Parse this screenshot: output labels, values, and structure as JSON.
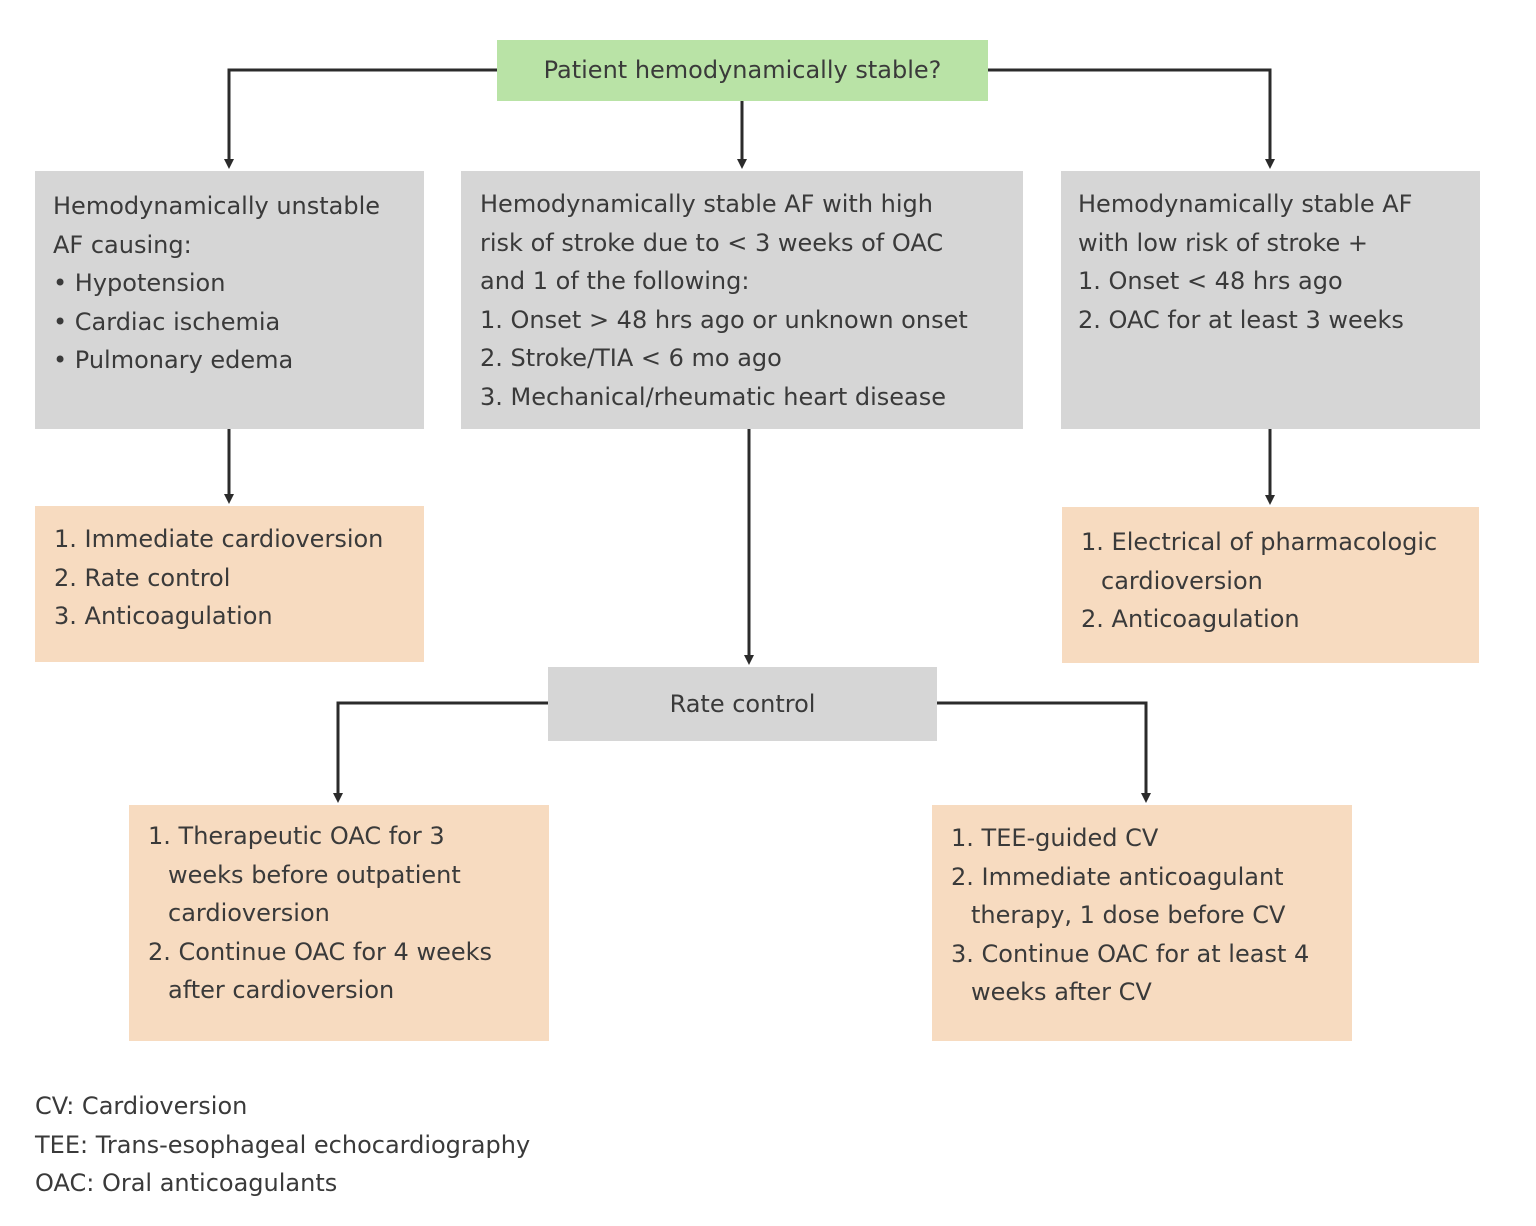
{
  "diagram": {
    "title_node": "Patient hemodynamically stable?",
    "unstable": {
      "header": [
        "Hemodynamically unstable",
        "AF causing:"
      ],
      "bullets": [
        "• Hypotension",
        "• Cardiac ischemia",
        "• Pulmonary edema"
      ]
    },
    "high_risk": {
      "lines": [
        "Hemodynamically stable AF with high",
        "risk of stroke due to < 3 weeks of OAC",
        "and 1 of the following:",
        "1. Onset > 48 hrs ago or unknown onset",
        "2. Stroke/TIA < 6 mo ago",
        "3. Mechanical/rheumatic heart disease"
      ]
    },
    "low_risk": {
      "lines": [
        "Hemodynamically stable AF",
        "with low risk of stroke +",
        "1. Onset < 48 hrs ago",
        "2. OAC for at least 3 weeks"
      ]
    },
    "unstable_actions": [
      "1. Immediate cardioversion",
      "2. Rate control",
      "3. Anticoagulation"
    ],
    "low_risk_actions": [
      "1. Electrical of pharmacologic",
      "cardioversion",
      "2. Anticoagulation"
    ],
    "rate_control": "Rate control",
    "outpatient_path": [
      "1. Therapeutic OAC for 3",
      "weeks before outpatient",
      "cardioversion",
      "2. Continue OAC for 4 weeks",
      "after cardioversion"
    ],
    "tee_path": [
      "1. TEE-guided CV",
      "2. Immediate anticoagulant",
      "therapy, 1 dose before CV",
      "3. Continue OAC for at least 4",
      "weeks after CV"
    ]
  },
  "legend": [
    "CV: Cardioversion",
    "TEE: Trans-esophageal echocardiography",
    "OAC: Oral anticoagulants"
  ],
  "colors": {
    "decision": "#b9e3a6",
    "condition": "#d6d6d6",
    "action": "#f7dbc0",
    "connector": "#2b2b2b"
  }
}
